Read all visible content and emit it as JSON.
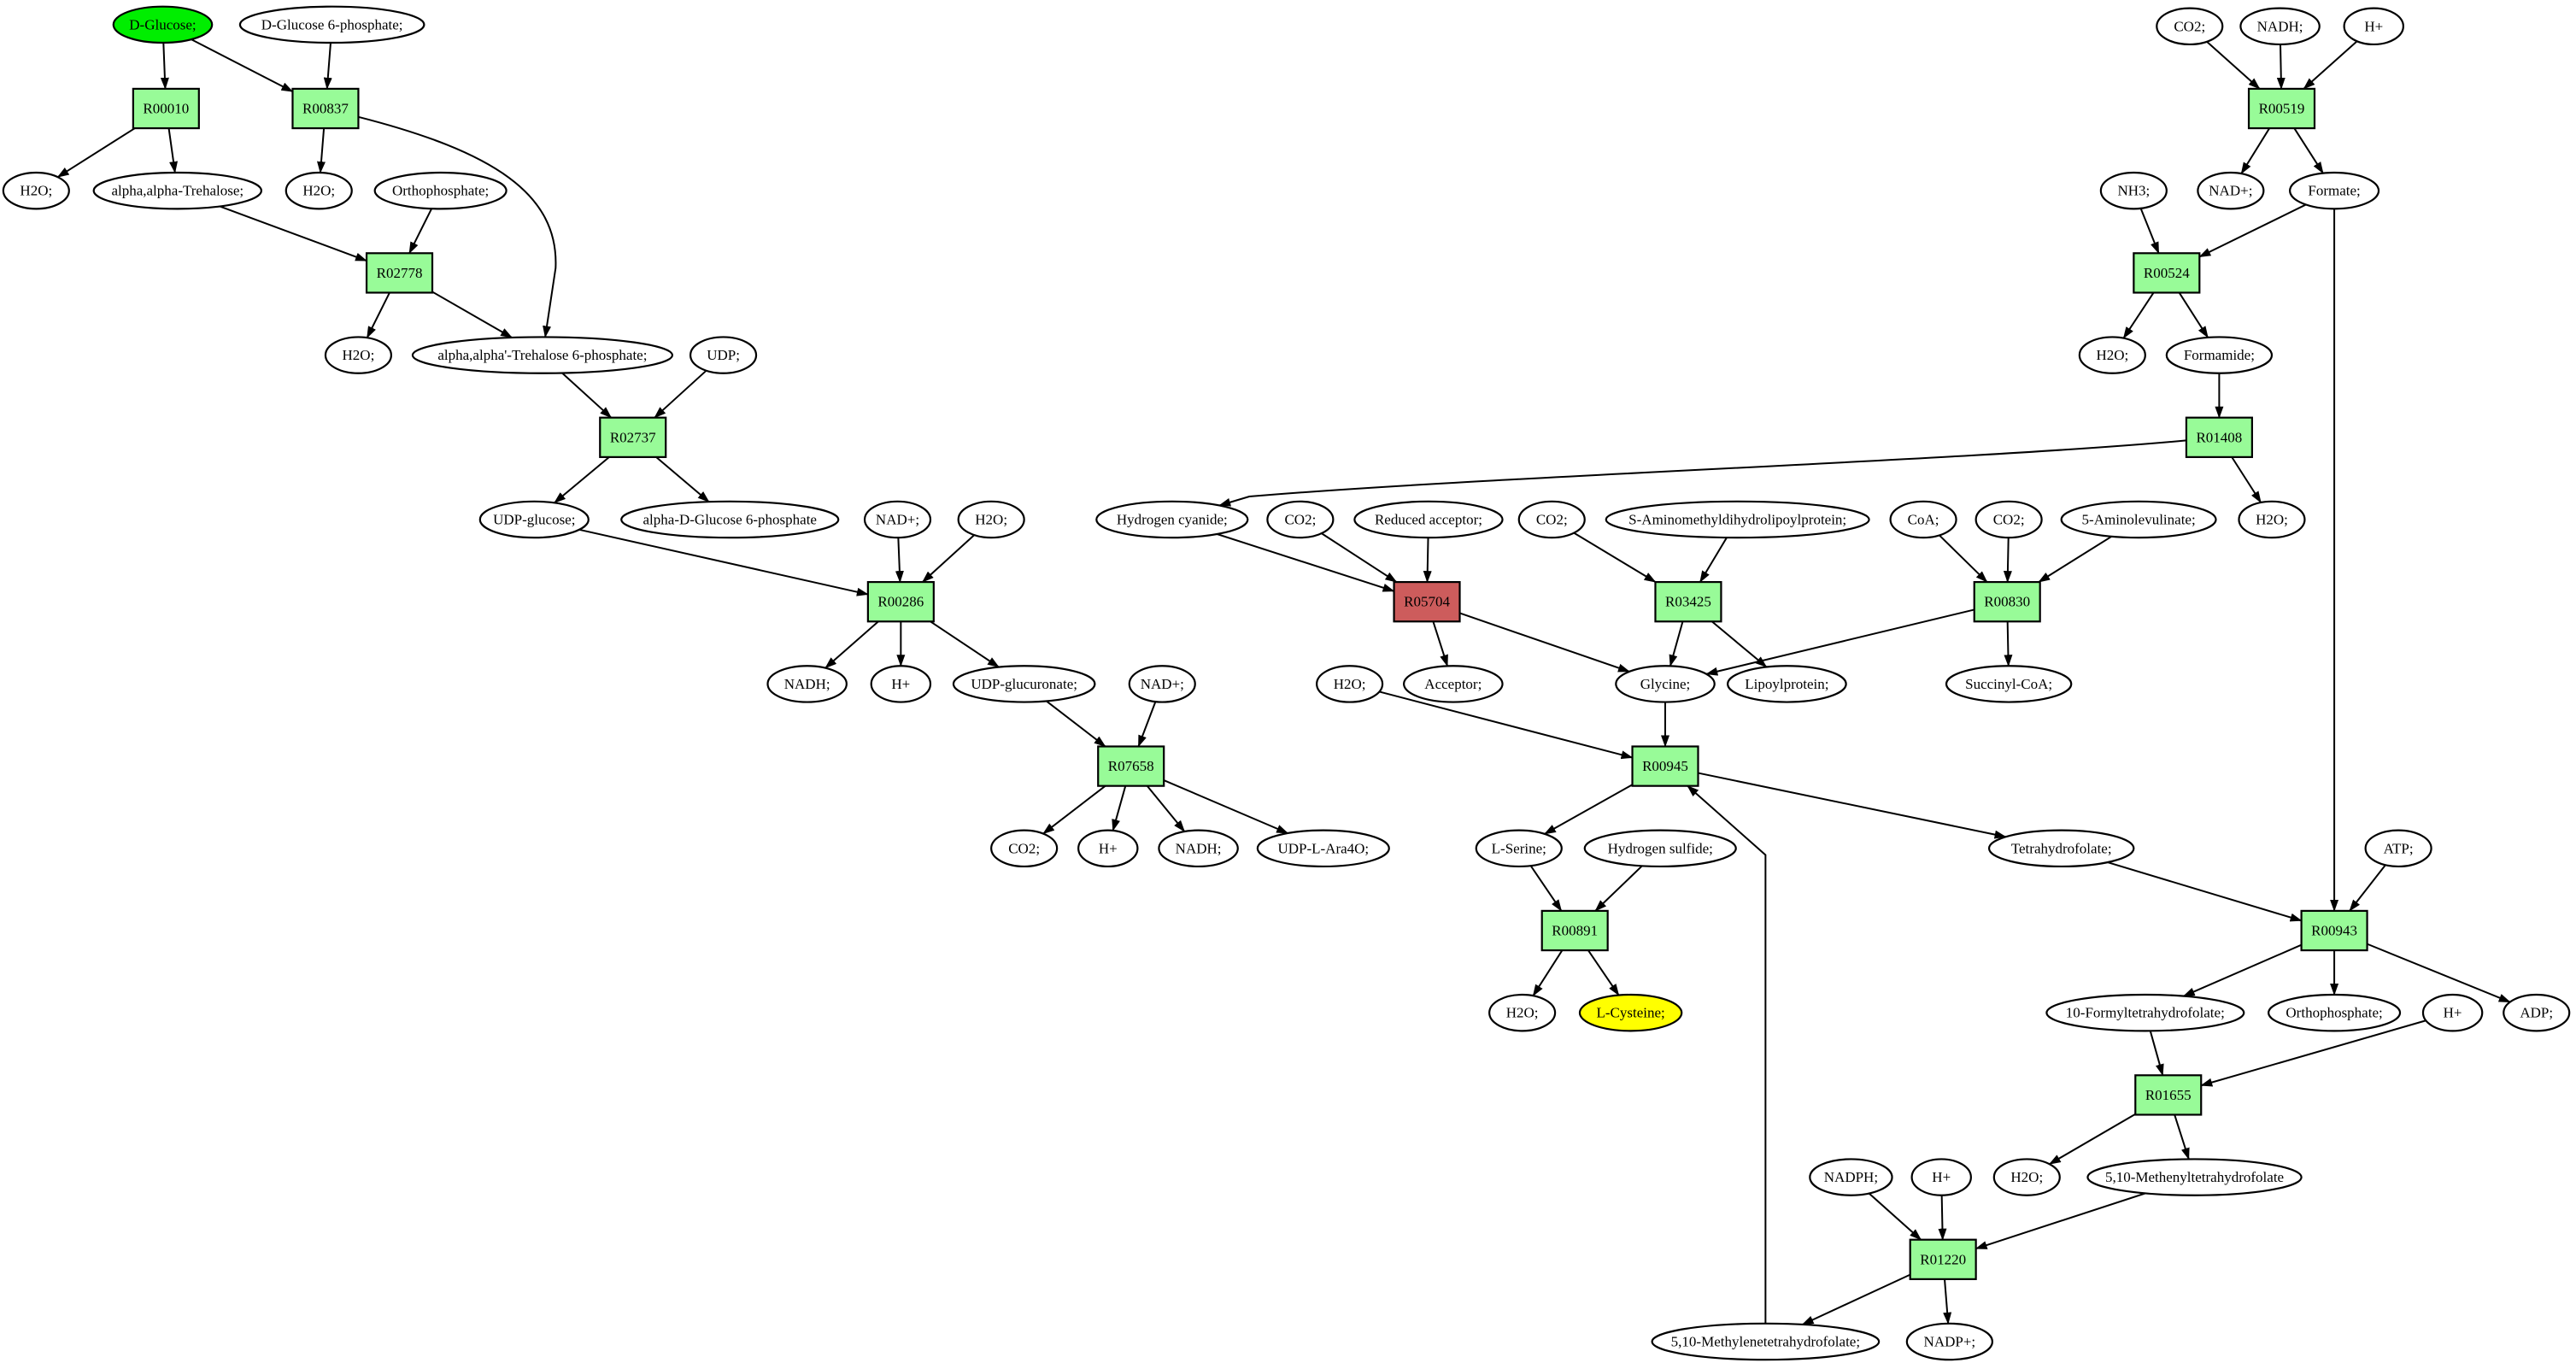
{
  "colors": {
    "compound_fill": "#ffffff",
    "start_compound_fill": "#00ee00",
    "target_compound_fill": "#ffff00",
    "reaction_fill": "#98fb98",
    "blocked_reaction_fill": "#cd5c5c",
    "edge": "#000000"
  },
  "nodes": [
    {
      "id": "c_dglucose",
      "kind": "compound",
      "label": "D-Glucose;",
      "fill": "#00ee00"
    },
    {
      "id": "c_dg6p",
      "kind": "compound",
      "label": "D-Glucose 6-phosphate;"
    },
    {
      "id": "r_R00010",
      "kind": "reaction",
      "label": "R00010"
    },
    {
      "id": "r_R00837",
      "kind": "reaction",
      "label": "R00837"
    },
    {
      "id": "c_h2o_1",
      "kind": "compound",
      "label": "H2O;"
    },
    {
      "id": "c_trehalose",
      "kind": "compound",
      "label": "alpha,alpha-Trehalose;"
    },
    {
      "id": "c_h2o_2",
      "kind": "compound",
      "label": "H2O;"
    },
    {
      "id": "c_orthophosphate_1",
      "kind": "compound",
      "label": "Orthophosphate;"
    },
    {
      "id": "r_R02778",
      "kind": "reaction",
      "label": "R02778"
    },
    {
      "id": "c_h2o_3",
      "kind": "compound",
      "label": "H2O;"
    },
    {
      "id": "c_t6p",
      "kind": "compound",
      "label": "alpha,alpha'-Trehalose 6-phosphate;"
    },
    {
      "id": "c_udp",
      "kind": "compound",
      "label": "UDP;"
    },
    {
      "id": "r_R02737",
      "kind": "reaction",
      "label": "R02737"
    },
    {
      "id": "c_udpglucose",
      "kind": "compound",
      "label": "UDP-glucose;"
    },
    {
      "id": "c_adg6p",
      "kind": "compound",
      "label": "alpha-D-Glucose 6-phosphate"
    },
    {
      "id": "c_nadp_1",
      "kind": "compound",
      "label": "NAD+;"
    },
    {
      "id": "c_h2o_4",
      "kind": "compound",
      "label": "H2O;"
    },
    {
      "id": "r_R00286",
      "kind": "reaction",
      "label": "R00286"
    },
    {
      "id": "c_nadh_1",
      "kind": "compound",
      "label": "NADH;"
    },
    {
      "id": "c_hplus_1",
      "kind": "compound",
      "label": "H+"
    },
    {
      "id": "c_udpglucuronate",
      "kind": "compound",
      "label": "UDP-glucuronate;"
    },
    {
      "id": "c_nadp_2",
      "kind": "compound",
      "label": "NAD+;"
    },
    {
      "id": "r_R07658",
      "kind": "reaction",
      "label": "R07658"
    },
    {
      "id": "c_co2_1",
      "kind": "compound",
      "label": "CO2;"
    },
    {
      "id": "c_hplus_2",
      "kind": "compound",
      "label": "H+"
    },
    {
      "id": "c_nadh_2",
      "kind": "compound",
      "label": "NADH;"
    },
    {
      "id": "c_udplara",
      "kind": "compound",
      "label": "UDP-L-Ara4O;"
    },
    {
      "id": "c_hcn",
      "kind": "compound",
      "label": "Hydrogen cyanide;"
    },
    {
      "id": "c_co2_2",
      "kind": "compound",
      "label": "CO2;"
    },
    {
      "id": "c_redacc",
      "kind": "compound",
      "label": "Reduced acceptor;"
    },
    {
      "id": "r_R05704",
      "kind": "reaction",
      "label": "R05704",
      "fill": "#cd5c5c"
    },
    {
      "id": "c_acceptor",
      "kind": "compound",
      "label": "Acceptor;"
    },
    {
      "id": "c_co2_3",
      "kind": "compound",
      "label": "CO2;"
    },
    {
      "id": "c_samdlp",
      "kind": "compound",
      "label": "S-Aminomethyldihydrolipoylprotein;"
    },
    {
      "id": "r_R03425",
      "kind": "reaction",
      "label": "R03425"
    },
    {
      "id": "c_lipoyl",
      "kind": "compound",
      "label": "Lipoylprotein;"
    },
    {
      "id": "c_coa",
      "kind": "compound",
      "label": "CoA;"
    },
    {
      "id": "c_co2_4",
      "kind": "compound",
      "label": "CO2;"
    },
    {
      "id": "c_5ala",
      "kind": "compound",
      "label": "5-Aminolevulinate;"
    },
    {
      "id": "r_R00830",
      "kind": "reaction",
      "label": "R00830"
    },
    {
      "id": "c_succoa",
      "kind": "compound",
      "label": "Succinyl-CoA;"
    },
    {
      "id": "c_glycine",
      "kind": "compound",
      "label": "Glycine;"
    },
    {
      "id": "c_h2o_5",
      "kind": "compound",
      "label": "H2O;"
    },
    {
      "id": "r_R00945",
      "kind": "reaction",
      "label": "R00945"
    },
    {
      "id": "c_lserine",
      "kind": "compound",
      "label": "L-Serine;"
    },
    {
      "id": "c_h2s",
      "kind": "compound",
      "label": "Hydrogen sulfide;"
    },
    {
      "id": "r_R00891",
      "kind": "reaction",
      "label": "R00891"
    },
    {
      "id": "c_h2o_6",
      "kind": "compound",
      "label": "H2O;"
    },
    {
      "id": "c_lcys",
      "kind": "compound",
      "label": "L-Cysteine;",
      "fill": "#ffff00"
    },
    {
      "id": "c_thf",
      "kind": "compound",
      "label": "Tetrahydrofolate;"
    },
    {
      "id": "c_co2_5",
      "kind": "compound",
      "label": "CO2;"
    },
    {
      "id": "c_nadh_3",
      "kind": "compound",
      "label": "NADH;"
    },
    {
      "id": "c_hplus_3",
      "kind": "compound",
      "label": "H+"
    },
    {
      "id": "r_R00519",
      "kind": "reaction",
      "label": "R00519"
    },
    {
      "id": "c_nadp_3",
      "kind": "compound",
      "label": "NAD+;"
    },
    {
      "id": "c_formate",
      "kind": "compound",
      "label": "Formate;"
    },
    {
      "id": "c_nh3",
      "kind": "compound",
      "label": "NH3;"
    },
    {
      "id": "r_R00524",
      "kind": "reaction",
      "label": "R00524"
    },
    {
      "id": "c_h2o_7",
      "kind": "compound",
      "label": "H2O;"
    },
    {
      "id": "c_formamide",
      "kind": "compound",
      "label": "Formamide;"
    },
    {
      "id": "r_R01408",
      "kind": "reaction",
      "label": "R01408"
    },
    {
      "id": "c_h2o_8",
      "kind": "compound",
      "label": "H2O;"
    },
    {
      "id": "c_atp",
      "kind": "compound",
      "label": "ATP;"
    },
    {
      "id": "r_R00943",
      "kind": "reaction",
      "label": "R00943"
    },
    {
      "id": "c_10fthf",
      "kind": "compound",
      "label": "10-Formyltetrahydrofolate;"
    },
    {
      "id": "c_orthophosphate_2",
      "kind": "compound",
      "label": "Orthophosphate;"
    },
    {
      "id": "c_adp",
      "kind": "compound",
      "label": "ADP;"
    },
    {
      "id": "c_hplus_4",
      "kind": "compound",
      "label": "H+"
    },
    {
      "id": "r_R01655",
      "kind": "reaction",
      "label": "R01655"
    },
    {
      "id": "c_h2o_9",
      "kind": "compound",
      "label": "H2O;"
    },
    {
      "id": "c_methenylthf",
      "kind": "compound",
      "label": "5,10-Methenyltetrahydrofolate"
    },
    {
      "id": "c_nadph",
      "kind": "compound",
      "label": "NADPH;"
    },
    {
      "id": "c_hplus_5",
      "kind": "compound",
      "label": "H+"
    },
    {
      "id": "r_R01220",
      "kind": "reaction",
      "label": "R01220"
    },
    {
      "id": "c_methylenethf",
      "kind": "compound",
      "label": "5,10-Methylenetetrahydrofolate;"
    },
    {
      "id": "c_nadpplus",
      "kind": "compound",
      "label": "NADP+;"
    }
  ],
  "edges": [
    {
      "from": "c_dglucose",
      "to": "r_R00010"
    },
    {
      "from": "c_dglucose",
      "to": "r_R00837"
    },
    {
      "from": "c_dg6p",
      "to": "r_R00837"
    },
    {
      "from": "r_R00010",
      "to": "c_h2o_1"
    },
    {
      "from": "r_R00010",
      "to": "c_trehalose"
    },
    {
      "from": "r_R00837",
      "to": "c_h2o_2"
    },
    {
      "from": "r_R00837",
      "to": "c_t6p"
    },
    {
      "from": "c_trehalose",
      "to": "r_R02778"
    },
    {
      "from": "c_orthophosphate_1",
      "to": "r_R02778"
    },
    {
      "from": "r_R02778",
      "to": "c_h2o_3"
    },
    {
      "from": "r_R02778",
      "to": "c_t6p"
    },
    {
      "from": "c_t6p",
      "to": "r_R02737"
    },
    {
      "from": "c_udp",
      "to": "r_R02737"
    },
    {
      "from": "r_R02737",
      "to": "c_udpglucose"
    },
    {
      "from": "r_R02737",
      "to": "c_adg6p"
    },
    {
      "from": "c_udpglucose",
      "to": "r_R00286"
    },
    {
      "from": "c_nadp_1",
      "to": "r_R00286"
    },
    {
      "from": "c_h2o_4",
      "to": "r_R00286"
    },
    {
      "from": "r_R00286",
      "to": "c_nadh_1"
    },
    {
      "from": "r_R00286",
      "to": "c_hplus_1"
    },
    {
      "from": "r_R00286",
      "to": "c_udpglucuronate"
    },
    {
      "from": "c_udpglucuronate",
      "to": "r_R07658"
    },
    {
      "from": "c_nadp_2",
      "to": "r_R07658"
    },
    {
      "from": "r_R07658",
      "to": "c_co2_1"
    },
    {
      "from": "r_R07658",
      "to": "c_hplus_2"
    },
    {
      "from": "r_R07658",
      "to": "c_nadh_2"
    },
    {
      "from": "r_R07658",
      "to": "c_udplara"
    },
    {
      "from": "c_hcn",
      "to": "r_R05704"
    },
    {
      "from": "c_co2_2",
      "to": "r_R05704"
    },
    {
      "from": "c_redacc",
      "to": "r_R05704"
    },
    {
      "from": "r_R05704",
      "to": "c_acceptor"
    },
    {
      "from": "r_R05704",
      "to": "c_glycine"
    },
    {
      "from": "c_co2_3",
      "to": "r_R03425"
    },
    {
      "from": "c_samdlp",
      "to": "r_R03425"
    },
    {
      "from": "r_R03425",
      "to": "c_glycine"
    },
    {
      "from": "r_R03425",
      "to": "c_lipoyl"
    },
    {
      "from": "c_coa",
      "to": "r_R00830"
    },
    {
      "from": "c_co2_4",
      "to": "r_R00830"
    },
    {
      "from": "c_5ala",
      "to": "r_R00830"
    },
    {
      "from": "r_R00830",
      "to": "c_glycine"
    },
    {
      "from": "r_R00830",
      "to": "c_succoa"
    },
    {
      "from": "c_glycine",
      "to": "r_R00945"
    },
    {
      "from": "c_h2o_5",
      "to": "r_R00945"
    },
    {
      "from": "c_methylenethf",
      "to": "r_R00945"
    },
    {
      "from": "r_R00945",
      "to": "c_lserine"
    },
    {
      "from": "r_R00945",
      "to": "c_thf"
    },
    {
      "from": "c_lserine",
      "to": "r_R00891"
    },
    {
      "from": "c_h2s",
      "to": "r_R00891"
    },
    {
      "from": "r_R00891",
      "to": "c_h2o_6"
    },
    {
      "from": "r_R00891",
      "to": "c_lcys"
    },
    {
      "from": "c_co2_5",
      "to": "r_R00519"
    },
    {
      "from": "c_nadh_3",
      "to": "r_R00519"
    },
    {
      "from": "c_hplus_3",
      "to": "r_R00519"
    },
    {
      "from": "r_R00519",
      "to": "c_nadp_3"
    },
    {
      "from": "r_R00519",
      "to": "c_formate"
    },
    {
      "from": "c_nh3",
      "to": "r_R00524"
    },
    {
      "from": "c_formate",
      "to": "r_R00524"
    },
    {
      "from": "r_R00524",
      "to": "c_h2o_7"
    },
    {
      "from": "r_R00524",
      "to": "c_formamide"
    },
    {
      "from": "c_formamide",
      "to": "r_R01408"
    },
    {
      "from": "r_R01408",
      "to": "c_hcn"
    },
    {
      "from": "r_R01408",
      "to": "c_h2o_8"
    },
    {
      "from": "c_formate",
      "to": "r_R00943"
    },
    {
      "from": "c_thf",
      "to": "r_R00943"
    },
    {
      "from": "c_atp",
      "to": "r_R00943"
    },
    {
      "from": "r_R00943",
      "to": "c_10fthf"
    },
    {
      "from": "r_R00943",
      "to": "c_orthophosphate_2"
    },
    {
      "from": "r_R00943",
      "to": "c_adp"
    },
    {
      "from": "c_10fthf",
      "to": "r_R01655"
    },
    {
      "from": "c_hplus_4",
      "to": "r_R01655"
    },
    {
      "from": "r_R01655",
      "to": "c_h2o_9"
    },
    {
      "from": "r_R01655",
      "to": "c_methenylthf"
    },
    {
      "from": "c_methenylthf",
      "to": "r_R01220"
    },
    {
      "from": "c_nadph",
      "to": "r_R01220"
    },
    {
      "from": "c_hplus_5",
      "to": "r_R01220"
    },
    {
      "from": "r_R01220",
      "to": "c_methylenethf"
    },
    {
      "from": "r_R01220",
      "to": "c_nadpplus"
    }
  ]
}
